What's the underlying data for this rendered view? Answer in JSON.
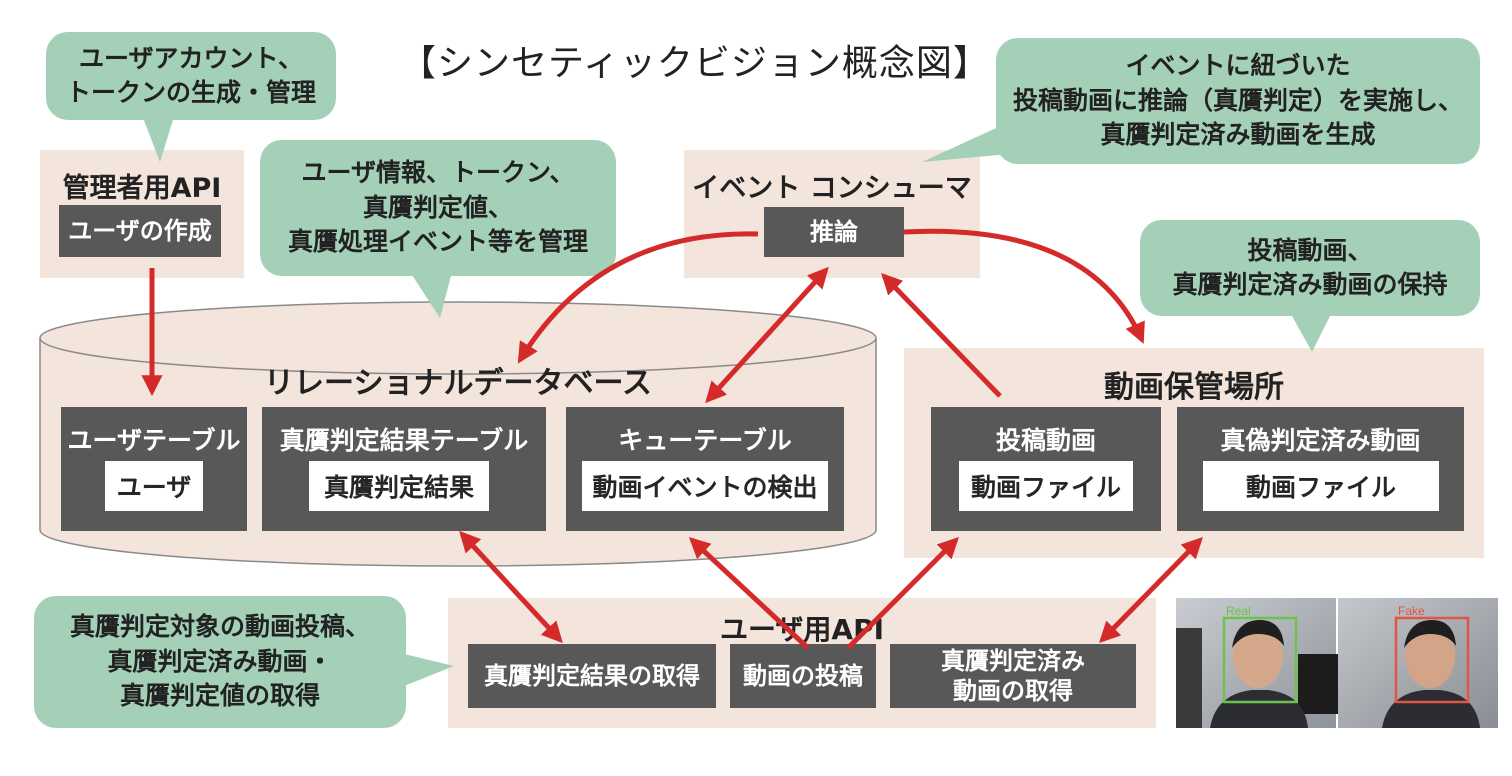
{
  "title": "【シンセティックビジョン概念図】",
  "colors": {
    "panel": "#f3e4dc",
    "dark_box": "#585858",
    "bubble": "#a3d0b7",
    "arrow": "#d42a2a"
  },
  "callouts": {
    "admin_note": [
      "ユーザアカウント、",
      "トークンの生成・管理"
    ],
    "db_note": [
      "ユーザ情報、トークン、",
      "真贋判定値、",
      "真贋処理イベント等を管理"
    ],
    "consumer_note": [
      "イベントに紐づいた",
      "投稿動画に推論（真贋判定）を実施し、",
      "真贋判定済み動画を生成"
    ],
    "storage_note": [
      "投稿動画、",
      "真贋判定済み動画の保持"
    ],
    "user_api_note": [
      "真贋判定対象の動画投稿、",
      "真贋判定済み動画・",
      "真贋判定値の取得"
    ]
  },
  "admin_api": {
    "title": "管理者用API",
    "button": "ユーザの作成"
  },
  "event_consumer": {
    "title": "イベント コンシューマ",
    "button": "推論"
  },
  "database": {
    "title": "リレーショナルデータベース",
    "tables": [
      {
        "title": "ユーザテーブル",
        "item": "ユーザ"
      },
      {
        "title": "真贋判定結果テーブル",
        "item": "真贋判定結果"
      },
      {
        "title": "キューテーブル",
        "item": "動画イベントの検出"
      }
    ]
  },
  "storage": {
    "title": "動画保管場所",
    "sections": [
      {
        "title": "投稿動画",
        "item": "動画ファイル"
      },
      {
        "title": "真偽判定済み動画",
        "item": "動画ファイル"
      }
    ]
  },
  "user_api": {
    "title": "ユーザ用API",
    "buttons": [
      "真贋判定結果の取得",
      "動画の投稿",
      [
        "真贋判定済み",
        "動画の取得"
      ]
    ]
  },
  "photo": {
    "left_label": "Real",
    "right_label": "Fake"
  }
}
